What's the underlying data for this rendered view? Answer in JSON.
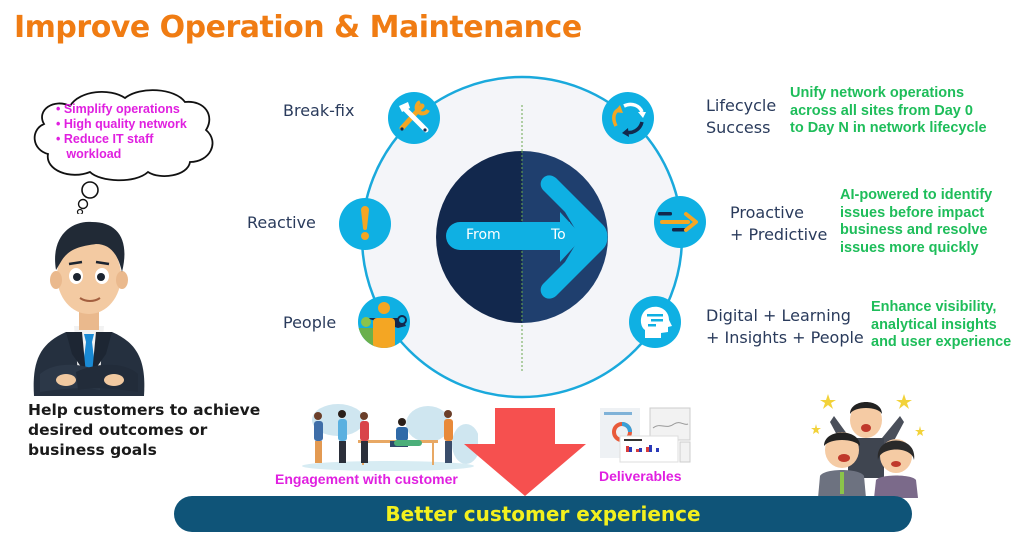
{
  "title": "Improve Operation & Maintenance",
  "customer": {
    "thoughts": [
      "• Simplify operations",
      "• High quality network",
      "• Reduce IT staff",
      "   workload"
    ],
    "caption_lines": [
      "Help customers to achieve",
      "desired outcomes or",
      "business goals"
    ]
  },
  "center": {
    "from_label": "From",
    "to_label": "To"
  },
  "from_states": [
    {
      "label": "Break-fix",
      "icon": "tools-icon"
    },
    {
      "label": "Reactive",
      "icon": "exclamation-icon"
    },
    {
      "label": "People",
      "icon": "people-icon"
    }
  ],
  "to_states": [
    {
      "label_lines": [
        "Lifecycle",
        "Success"
      ],
      "icon": "cycle-arrows-icon",
      "desc_lines": [
        "Unify network operations",
        "across all sites from Day 0",
        "to Day N in network lifecycle"
      ]
    },
    {
      "label_lines": [
        "Proactive",
        "+ Predictive"
      ],
      "icon": "forward-arrow-icon",
      "desc_lines": [
        "AI-powered to identify",
        "issues before impact",
        "business and resolve",
        "issues more quickly"
      ]
    },
    {
      "label_lines": [
        "Digital + Learning",
        "+ Insights + People"
      ],
      "icon": "brain-head-icon",
      "desc_lines": [
        "Enhance visibility,",
        "analytical insights",
        "and user experience"
      ]
    }
  ],
  "bottom": {
    "engagement_label": "Engagement with customer",
    "deliverables_label": "Deliverables",
    "result_label": "Better customer experience"
  },
  "colors": {
    "title": "#f07c13",
    "accent_blue": "#0fb0e3",
    "dark_navy": "#122a4e",
    "green_text": "#1ebd5a",
    "magenta_text": "#e020e0",
    "arrow_red": "#f6504f",
    "bar_bg": "#0f5478",
    "bar_text": "#f3f01e"
  }
}
